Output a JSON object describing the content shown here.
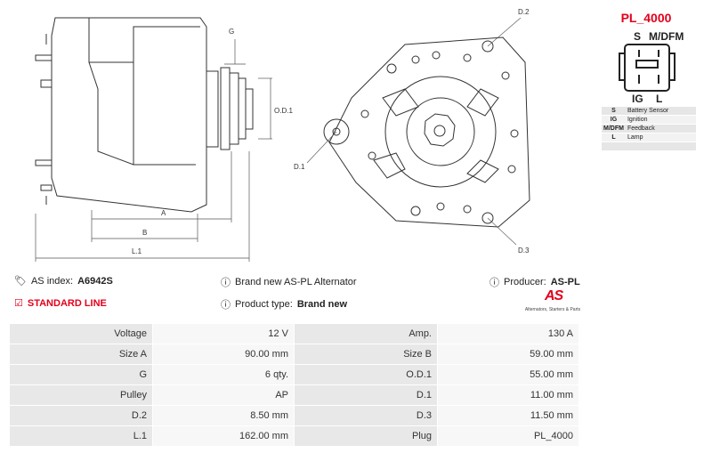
{
  "drawing": {
    "labels": {
      "g": "G",
      "od1": "O.D.1",
      "a": "A",
      "b": "B",
      "l1": "L.1",
      "d1": "D.1",
      "d2": "D.2",
      "d3": "D.3"
    }
  },
  "plug": {
    "title": "PL_4000",
    "pin_top_left": "S",
    "pin_top_right": "M/DFM",
    "pin_bottom_left": "IG",
    "pin_bottom_right": "L",
    "legend": [
      {
        "code": "S",
        "desc": "Battery Sensor"
      },
      {
        "code": "IG",
        "desc": "Ignition"
      },
      {
        "code": "M/DFM",
        "desc": "Feedback"
      },
      {
        "code": "L",
        "desc": "Lamp"
      },
      {
        "code": "",
        "desc": ""
      }
    ]
  },
  "info": {
    "as_index_label": "AS index:",
    "as_index_value": "A6942S",
    "standard_line": "STANDARD LINE",
    "brand_new_text": "Brand new AS-PL Alternator",
    "product_type_label": "Product type:",
    "product_type_value": "Brand new",
    "producer_label": "Producer:",
    "producer_value": "AS-PL"
  },
  "logo": {
    "mark": "AS",
    "tagline": "Alternators, Starters & Parts"
  },
  "specs": [
    {
      "l1": "Voltage",
      "v1": "12 V",
      "l2": "Amp.",
      "v2": "130 A"
    },
    {
      "l1": "Size A",
      "v1": "90.00 mm",
      "l2": "Size B",
      "v2": "59.00 mm"
    },
    {
      "l1": "G",
      "v1": "6 qty.",
      "l2": "O.D.1",
      "v2": "55.00 mm"
    },
    {
      "l1": "Pulley",
      "v1": "AP",
      "l2": "D.1",
      "v2": "11.00 mm"
    },
    {
      "l1": "D.2",
      "v1": "8.50 mm",
      "l2": "D.3",
      "v2": "11.50 mm"
    },
    {
      "l1": "L.1",
      "v1": "162.00 mm",
      "l2": "Plug",
      "v2": "PL_4000"
    }
  ],
  "colors": {
    "accent_red": "#e3001b",
    "label_bg": "#e8e8e8",
    "value_bg": "#f7f7f7"
  }
}
